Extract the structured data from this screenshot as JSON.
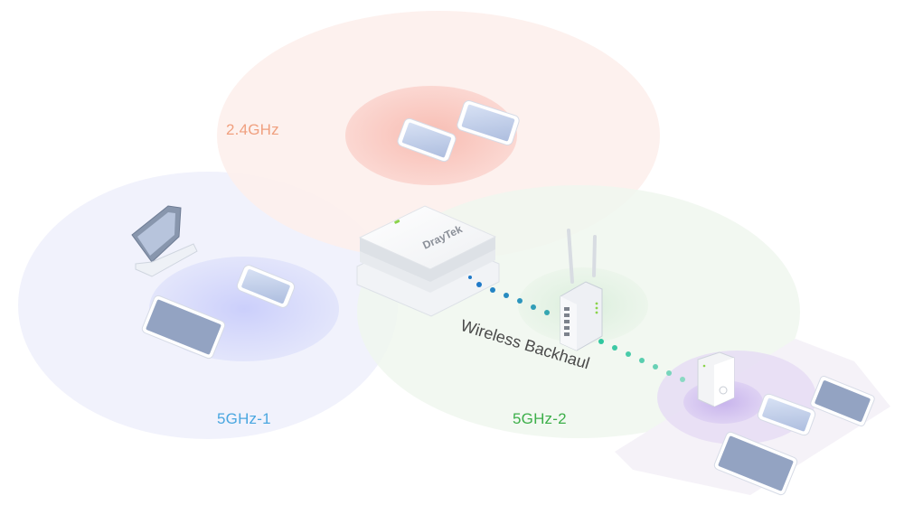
{
  "bands": {
    "band_24": {
      "label": "2.4GHz",
      "color": "#f0a07f"
    },
    "band_5_1": {
      "label": "5GHz-1",
      "color": "#4aa7e0"
    },
    "band_5_2": {
      "label": "5GHz-2",
      "color": "#3daf4a"
    }
  },
  "link": {
    "label": "Wireless Backhaul"
  },
  "router": {
    "brand": "DrayTek"
  },
  "colors": {
    "zone_24": "#fbe3dd",
    "zone_5_1": "#e3e8f8",
    "zone_5_2": "#e3f1e3",
    "zone_ext": "#ece4f6",
    "device_screen": "#c3d0ea",
    "dot_blue": "#1f79c8",
    "dot_green": "#38c9a0"
  }
}
